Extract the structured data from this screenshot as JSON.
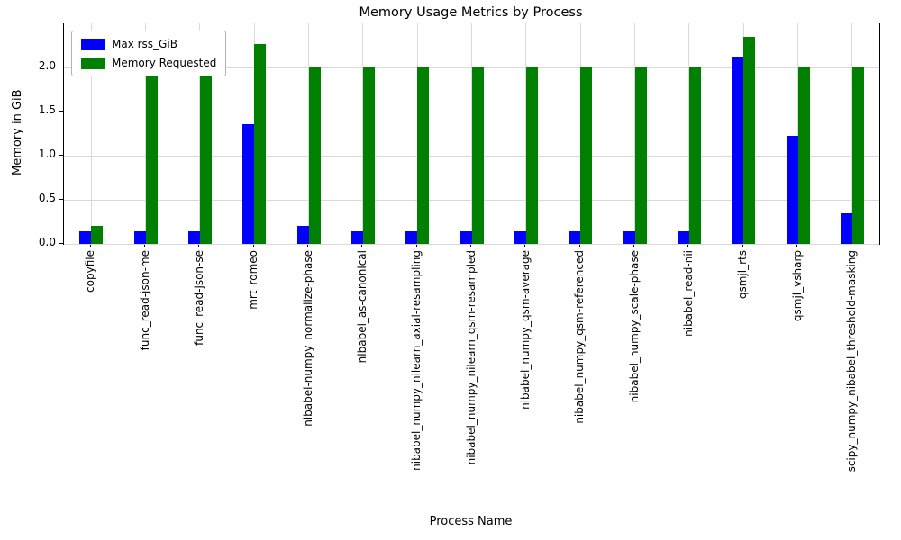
{
  "chart_data": {
    "type": "bar",
    "title": "Memory Usage Metrics by Process",
    "xlabel": "Process Name",
    "ylabel": "Memory in GiB",
    "categories": [
      "copyfile",
      "func_read-json-me",
      "func_read-json-se",
      "mrt_romeo",
      "nibabel-numpy_normalize-phase",
      "nibabel_as-canonical",
      "nibabel_numpy_nilearn_axial-resampling",
      "nibabel_numpy_nilearn_qsm-resampled",
      "nibabel_numpy_qsm-average",
      "nibabel_numpy_qsm-referenced",
      "nibabel_numpy_scale-phase",
      "nibabel_read-nii",
      "qsmjl_rts",
      "qsmjl_vsharp",
      "scipy_numpy_nibabel_threshold-masking"
    ],
    "series": [
      {
        "name": "Max rss_GiB",
        "color": "#0000ff",
        "values": [
          0.14,
          0.14,
          0.14,
          1.36,
          0.2,
          0.14,
          0.14,
          0.14,
          0.14,
          0.14,
          0.14,
          0.14,
          2.12,
          1.22,
          0.35
        ]
      },
      {
        "name": "Memory Requested",
        "color": "#008000",
        "values": [
          0.2,
          2.0,
          2.0,
          2.27,
          2.0,
          2.0,
          2.0,
          2.0,
          2.0,
          2.0,
          2.0,
          2.0,
          2.35,
          2.0,
          2.0
        ]
      }
    ],
    "ylim": [
      0,
      2.5
    ],
    "yticks": [
      0.0,
      0.5,
      1.0,
      1.5,
      2.0
    ],
    "grid": true,
    "legend_position": "upper left"
  }
}
